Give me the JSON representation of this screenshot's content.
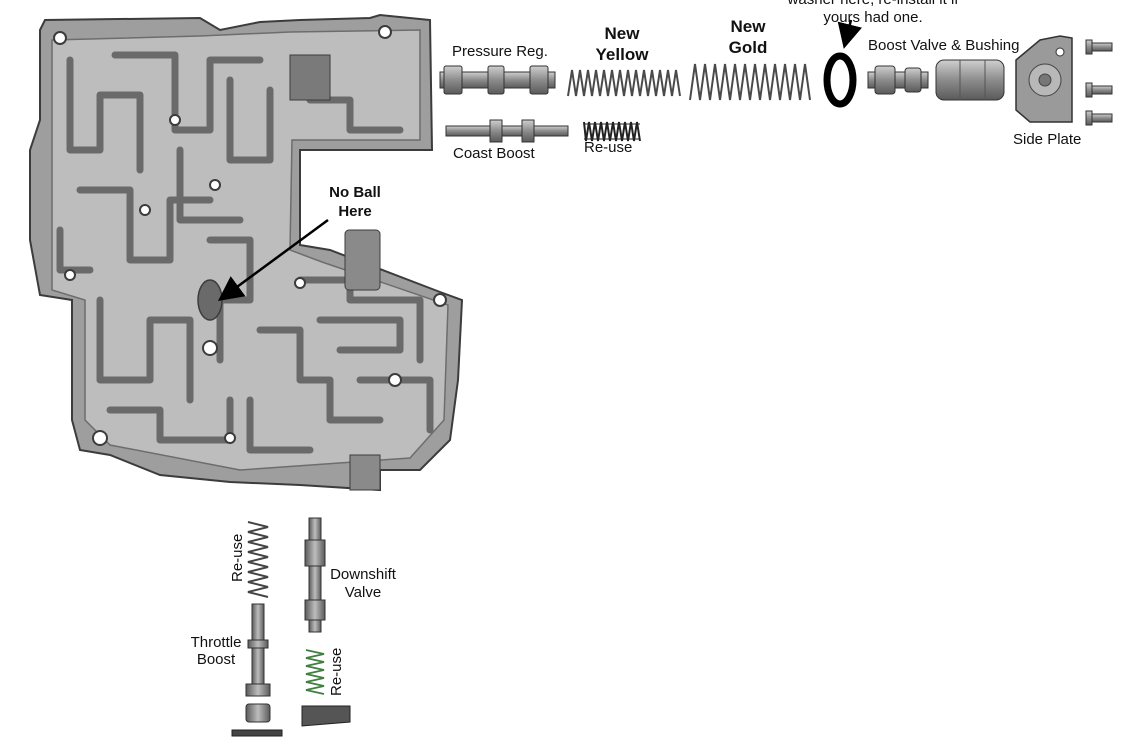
{
  "labels": {
    "washer_note_line1": "washer here, re-install it if",
    "washer_note_line2": "yours had one.",
    "pressure_reg": "Pressure Reg.",
    "new_yellow_1": "New",
    "new_yellow_2": "Yellow",
    "new_gold_1": "New",
    "new_gold_2": "Gold",
    "boost_valve_bushing": "Boost Valve & Bushing",
    "coast_boost": "Coast Boost",
    "reuse_top": "Re-use",
    "side_plate": "Side Plate",
    "no_ball_1": "No Ball",
    "no_ball_2": "Here",
    "reuse_left": "Re-use",
    "downshift_1": "Downshift",
    "downshift_2": "Valve",
    "throttle_1": "Throttle",
    "throttle_2": "Boost",
    "reuse_bottom": "Re-use"
  },
  "colors": {
    "metal_body": "#a9a9a9",
    "metal_dark": "#5e5e5e",
    "metal_light": "#d4d4d4",
    "spring": "#555555",
    "washer": "#000000"
  }
}
